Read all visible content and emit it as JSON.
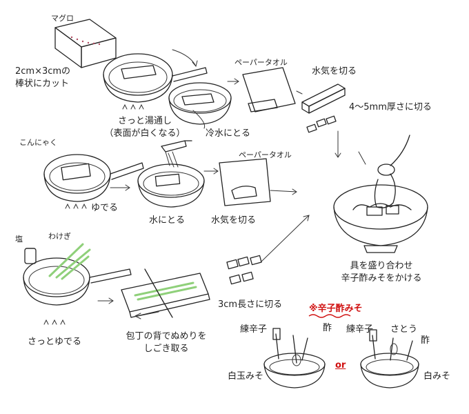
{
  "colors": {
    "maguro": "#f6c9d2",
    "maguro_dark": "#e59cab",
    "tuna_sliver": "#e8a6b4",
    "negi_green": "#8fd07a",
    "water": "#dfeaf7",
    "miso": "#f3e3b5",
    "yellow_miso": "#f3df8a",
    "accent_red": "#d01010",
    "ink": "#222222"
  },
  "section1": {
    "maguro_label": "マグロ",
    "cut_label_line1": "2cm×3cmの",
    "cut_label_line2": "棒状にカット",
    "blanch_line1": "さっと湯通し",
    "blanch_line2": "（表面が白くなる）",
    "cold_water": "冷水にとる",
    "paper_towel": "ペーパータオル",
    "drain": "水気を切る",
    "slice": "4〜5mm厚さに切る"
  },
  "section2": {
    "konnyaku_label": "こんにゃく",
    "boil": "ゆでる",
    "to_water": "水にとる",
    "paper_towel": "ペーパータオル",
    "drain": "水気を切る"
  },
  "section3": {
    "salt_label": "塩",
    "wakegi_label": "わけぎ",
    "quick_boil": "さっとゆでる",
    "scrape_line1": "包丁の背でぬめりを",
    "scrape_line2": "しごき取る",
    "cut_3cm": "3cm長さに切る"
  },
  "finish": {
    "line1": "具を盛り合わせ",
    "line2": "辛子酢みそをかける"
  },
  "sauce": {
    "title": "※辛子酢みそ",
    "left_mustard": "練辛子",
    "left_vinegar": "酢",
    "left_base": "白玉みそ",
    "or": "or",
    "right_mustard": "練辛子",
    "right_sugar": "さとう",
    "right_vinegar": "酢",
    "right_base": "白みそ"
  }
}
